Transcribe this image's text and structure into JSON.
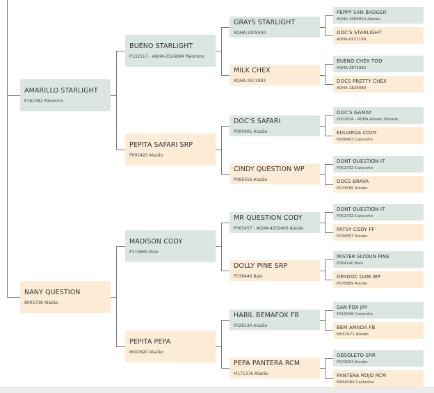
{
  "pedigree": {
    "g1": [
      {
        "name": "AMARILLO STARLIGHT",
        "info": "P182082 Palomino"
      },
      {
        "name": "NANY QUESTION",
        "info": "8005738 Alazão"
      }
    ],
    "g2": [
      {
        "name": "BUENO STARLIGHT",
        "info": "P132517 - AQHA-2526894 Palomino"
      },
      {
        "name": "PEPITA SAFARI SRP",
        "info": "P092420 Alazão"
      },
      {
        "name": "MADISON CODY",
        "info": "P110665 Baio"
      },
      {
        "name": "PEPITA PEPA",
        "info": "8002820 Alazão"
      }
    ],
    "g3": [
      {
        "name": "GRAYS STARLIGHT",
        "info": "AQHA-2405900"
      },
      {
        "name": "MILK CHEX",
        "info": "AQHA-2871983"
      },
      {
        "name": "DOC'S SAFARI",
        "info": "P000901 Alazão"
      },
      {
        "name": "CINDY QUESTION WP",
        "info": "P066316 Alazão"
      },
      {
        "name": "MR QUESTION CODY",
        "info": "P065457 - AQHA-4202400 Alazão"
      },
      {
        "name": "DOLLY PINE SRP",
        "info": "P078446 Baio"
      },
      {
        "name": "HABIL BEMAFOX FB",
        "info": "P028130 Alazão"
      },
      {
        "name": "PEPA PANTERA RCM",
        "info": "M171376 Alazão"
      }
    ],
    "g4": [
      {
        "name": "PEPPY SAN BADGER",
        "info": "AQHA-1089924 Alazão"
      },
      {
        "name": "DOC'S STARLIGHT",
        "info": "AQHA-0527199"
      },
      {
        "name": "BUENO CHEX TOO",
        "info": "AQHA-2871983"
      },
      {
        "name": "DOCS PRETTY CHEX",
        "info": "AQHA-1820080"
      },
      {
        "name": "DOC'S GAMAY",
        "info": "P001824 - AQHA Alazão Tostado"
      },
      {
        "name": "EDUARDA CODY",
        "info": "P006403 Castanho"
      },
      {
        "name": "DONT QUESTION IT",
        "info": "P052732 Castanho"
      },
      {
        "name": "DOCS BRAVA",
        "info": "P023585 Alazão"
      },
      {
        "name": "DONT QUESTION IT",
        "info": "P052732 Castanho"
      },
      {
        "name": "PATSY CODY FF",
        "info": "P030857 Alazão"
      },
      {
        "name": "MISTER SLYDUN PINE",
        "info": "P064140 Baio"
      },
      {
        "name": "DRYDOC DAM WP",
        "info": "P025889 Alazão"
      },
      {
        "name": "SAN FOX JAY",
        "info": "P010006 Castanho"
      },
      {
        "name": "BEM AMADA FB",
        "info": "M052671 Alazão"
      },
      {
        "name": "OBSOLETO SRR",
        "info": "P003003 Alazão"
      },
      {
        "name": "PANTERA ROJO RCM",
        "info": "M060080 Castanho"
      }
    ]
  }
}
